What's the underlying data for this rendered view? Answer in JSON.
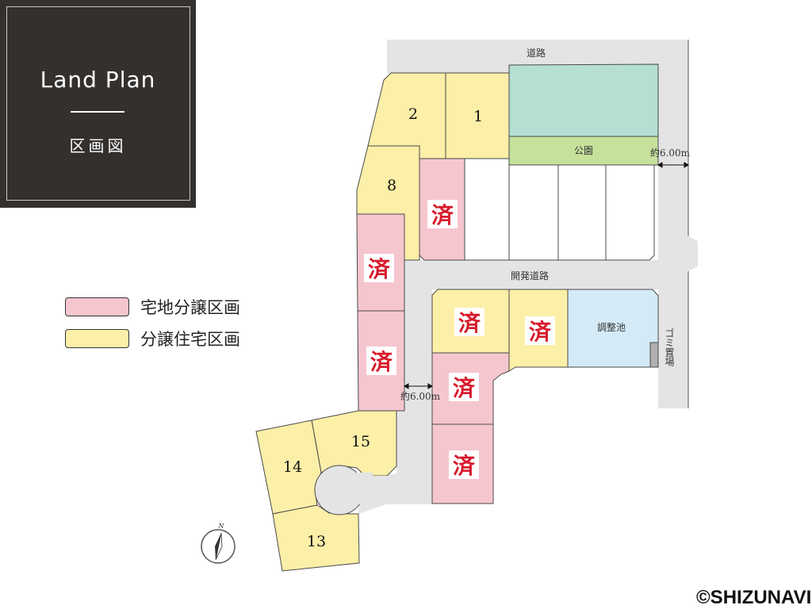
{
  "title": {
    "en": "Land Plan",
    "jp": "区画図"
  },
  "legend": [
    {
      "label": "宅地分譲区画",
      "color": "#f6c6cf"
    },
    {
      "label": "分譲住宅区画",
      "color": "#fcefa8"
    }
  ],
  "colors": {
    "road": "#e4e4e6",
    "park_upper": "#b5dfd3",
    "park": "#c5e19c",
    "pond": "#d4ebf7",
    "sold_mark": "#d7192a"
  },
  "labels": {
    "road_top": "道路",
    "park": "公園",
    "dev_road": "開発道路",
    "pond": "調整池",
    "garbage": "ゴミ置場",
    "width_right": "約6.00m",
    "width_middle": "約6.00m",
    "north": "N"
  },
  "lots": [
    {
      "label": "2",
      "type": "分譲住宅区画"
    },
    {
      "label": "1",
      "type": "分譲住宅区画"
    },
    {
      "label": "8",
      "type": "分譲住宅区画"
    },
    {
      "label": "済",
      "type": "宅地分譲区画"
    },
    {
      "label": "済",
      "type": "宅地分譲区画"
    },
    {
      "label": "済",
      "type": "宅地分譲区画"
    },
    {
      "label": "済",
      "type": "分譲住宅区画"
    },
    {
      "label": "済",
      "type": "分譲住宅区画"
    },
    {
      "label": "済",
      "type": "宅地分譲区画"
    },
    {
      "label": "済",
      "type": "宅地分譲区画"
    },
    {
      "label": "15",
      "type": "分譲住宅区画"
    },
    {
      "label": "14",
      "type": "分譲住宅区画"
    },
    {
      "label": "13",
      "type": "分譲住宅区画"
    }
  ],
  "copyright": "©SHIZUNAVI"
}
